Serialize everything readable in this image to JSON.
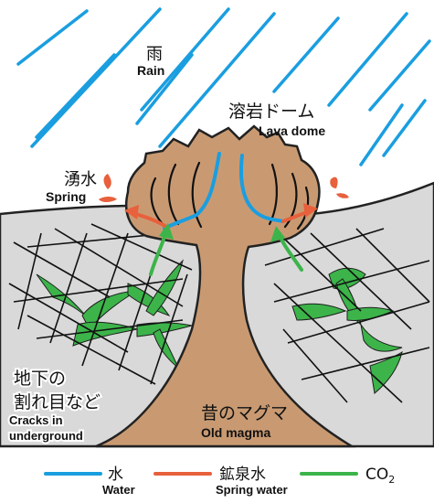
{
  "labels": {
    "rain_jp": "雨",
    "rain_en": "Rain",
    "lava_dome_jp": "溶岩ドーム",
    "lava_dome_en": "Lava dome",
    "spring_jp": "湧水",
    "spring_en": "Spring",
    "cracks_jp_line1": "地下の",
    "cracks_jp_line2": "割れ目など",
    "cracks_en_line1": "Cracks in",
    "cracks_en_line2": "underground",
    "old_magma_jp": "昔のマグマ",
    "old_magma_en": "Old magma"
  },
  "legend": {
    "items": [
      {
        "jp": "水",
        "en": "Water",
        "color": "#1a9ee0"
      },
      {
        "jp": "鉱泉水",
        "en": "Spring water",
        "color": "#e8603c"
      },
      {
        "jp": "CO",
        "sub": "2",
        "en": "",
        "color": "#3cb44a"
      }
    ]
  },
  "colors": {
    "ground": "#d9d9d9",
    "magma": "#c99a72",
    "crack_fill": "#3cb44a",
    "water": "#1a9ee0",
    "spring_water": "#e8603c",
    "co2": "#3cb44a"
  }
}
